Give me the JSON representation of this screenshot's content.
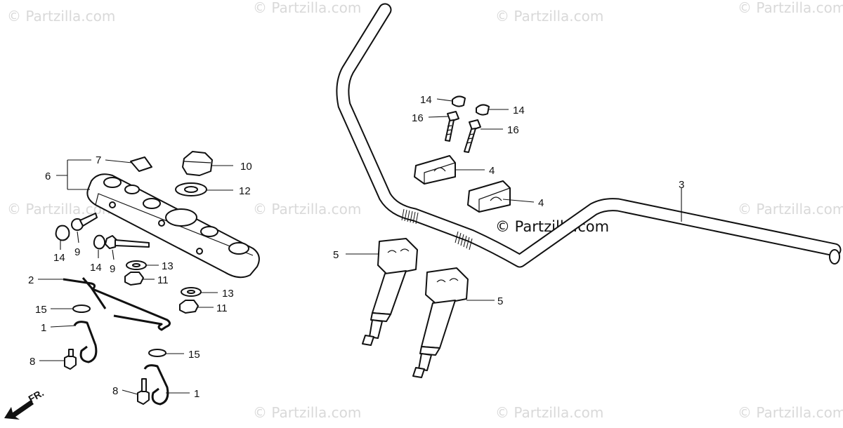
{
  "watermark": {
    "text": "© Partzilla.com"
  },
  "direction_label": "FR.",
  "callouts": {
    "c1a": "1",
    "c1b": "1",
    "c2": "2",
    "c3": "3",
    "c4a": "4",
    "c4b": "4",
    "c5a": "5",
    "c5b": "5",
    "c6": "6",
    "c7": "7",
    "c8a": "8",
    "c8b": "8",
    "c9a": "9",
    "c9b": "9",
    "c10": "10",
    "c11a": "11",
    "c11b": "11",
    "c12": "12",
    "c13a": "13",
    "c13b": "13",
    "c14a": "14",
    "c14b": "14",
    "c14c": "14",
    "c14d": "14",
    "c15a": "15",
    "c15b": "15",
    "c16a": "16",
    "c16b": "16"
  }
}
